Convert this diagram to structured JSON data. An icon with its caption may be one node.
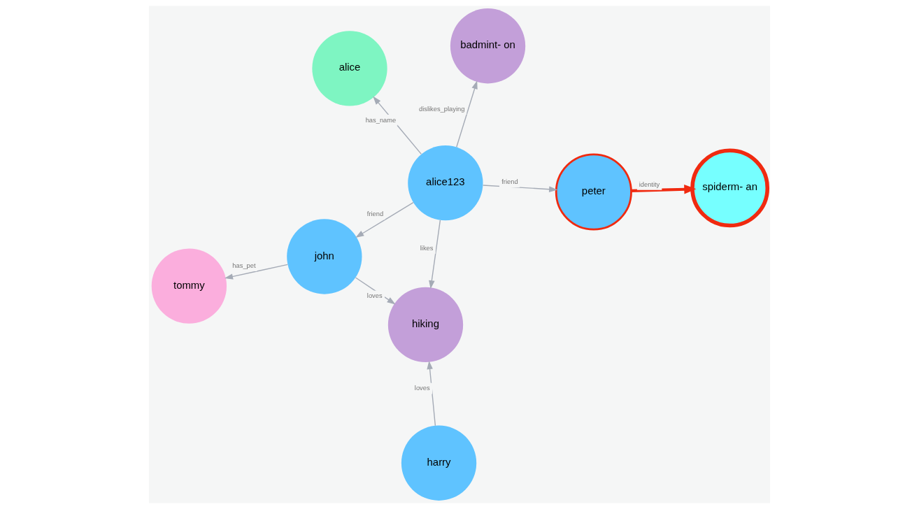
{
  "diagram": {
    "nodes": [
      {
        "text": [
          "alice"
        ]
      },
      {
        "text": [
          "peter"
        ]
      },
      {
        "text": [
          "spiderm- an"
        ]
      },
      {
        "text": [
          "alice123"
        ]
      },
      {
        "text": [
          "badmint- on"
        ]
      },
      {
        "text": [
          "john"
        ]
      },
      {
        "text": [
          "tommy"
        ]
      },
      {
        "text": [
          "harry"
        ]
      },
      {
        "text": [
          "hiking"
        ]
      }
    ],
    "edges": [
      {
        "from": 3,
        "to": 0,
        "arrow": "to",
        "label": "has_name"
      },
      {
        "from": 3,
        "to": 1,
        "arrow": "to",
        "label": "friend"
      },
      {
        "from": 1,
        "to": 2,
        "arrow": "to",
        "label": "identity",
        "style": "thick",
        "color": "#f02a10"
      },
      {
        "from": 3,
        "to": 4,
        "arrow": "to",
        "label": "dislikes_playing"
      },
      {
        "from": 3,
        "to": 5,
        "arrow": "to",
        "label": "friend"
      },
      {
        "from": 3,
        "to": 8,
        "arrow": "to",
        "label": "likes"
      },
      {
        "from": 5,
        "to": 6,
        "arrow": "to",
        "label": "has_pet"
      },
      {
        "from": 5,
        "to": 8,
        "arrow": "to",
        "label": "loves"
      },
      {
        "from": 7,
        "to": 8,
        "arrow": "to",
        "label": "loves"
      }
    ]
  }
}
